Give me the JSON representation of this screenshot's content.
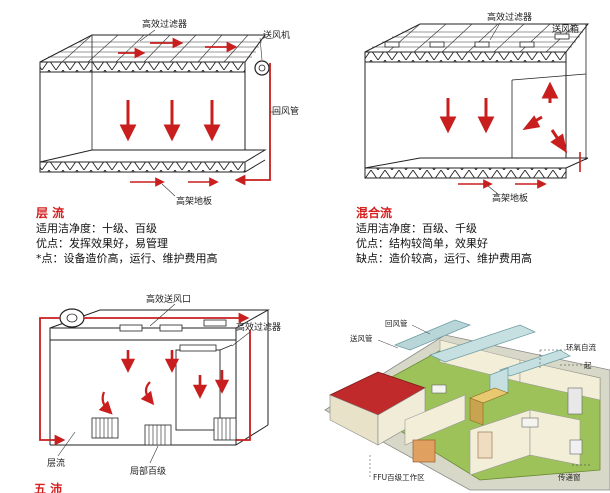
{
  "panel_laminar": {
    "label_hepa": "高效过滤器",
    "label_fan": "送风机",
    "label_return": "回风管",
    "label_floor": "高架地板",
    "title": "层 流",
    "line1": "适用洁净度：十级、百级",
    "line2": "优点：发挥效果好，易管理",
    "line3": "*点：设备造价高，运行、维护费用高"
  },
  "panel_mixed": {
    "label_hepa": "高效过滤器",
    "label_box": "送风箱",
    "label_floor": "高架地板",
    "title": "混合流",
    "line1": "适用洁净度：百级、千级",
    "line2": "优点：结构较简单，效果好",
    "line3": "缺点：造价较高，运行、维护费用高"
  },
  "panel_local": {
    "label_outlet": "高效送风口",
    "label_hepa": "高效过滤器",
    "label_laminar": "层流",
    "label_local": "局部百级",
    "cut_text": "五 沛"
  },
  "panel_plan": {
    "label_return": "回风管",
    "label_supply": "送风管",
    "label_ring": "环氧自流",
    "label_ffu": "FFU百级工作区",
    "label_pass": "传递窗",
    "label_cut": "起"
  }
}
